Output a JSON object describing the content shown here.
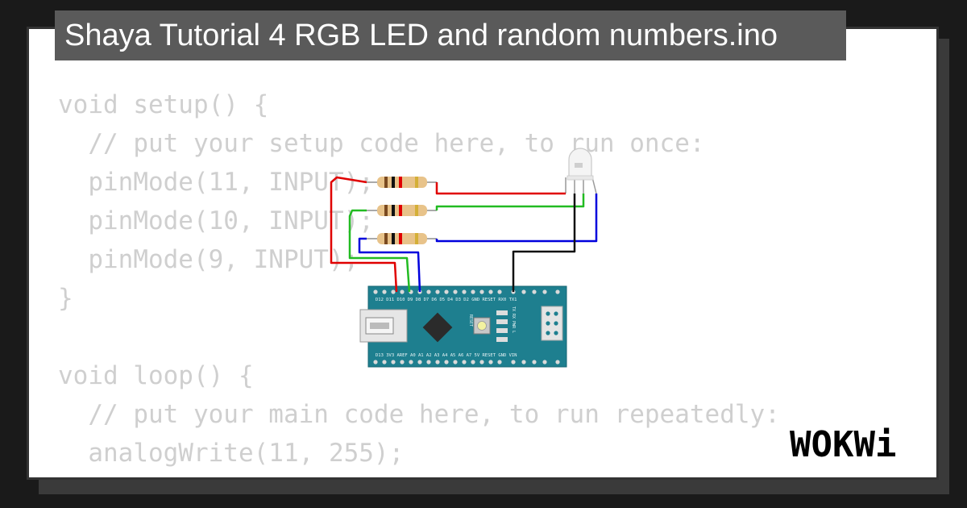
{
  "title": "Shaya Tutorial 4 RGB LED and random numbers.ino",
  "code_lines": [
    "void setup() {",
    "  // put your setup code here, to run once:",
    "  pinMode(11, INPUT);",
    "  pinMode(10, INPUT);",
    "  pinMode(9, INPUT);",
    "}",
    "",
    "void loop() {",
    "  // put your main code here, to run repeatedly:",
    "  analogWrite(11, 255);",
    "}"
  ],
  "board": {
    "top_pins": "D12 D11 D10 D9 D8 D7 D6 D5 D4 D3 D2 GND RESET RX0 TX1",
    "bottom_pins": "D13 3V3 AREF A0 A1 A2 A3 A4 A5 A6 A7 5V RESET GND VIN",
    "led_labels": "TX RX PWR L",
    "reset_label": "RESET"
  },
  "logo": "WOKWi",
  "colors": {
    "background": "#1a1a1a",
    "title_bar": "#5a5a5a",
    "code_text": "#cfcfcf",
    "board": "#1e7f8f",
    "wire_red": "#e00000",
    "wire_green": "#22bb22",
    "wire_blue": "#0000dd",
    "wire_black": "#111111"
  }
}
